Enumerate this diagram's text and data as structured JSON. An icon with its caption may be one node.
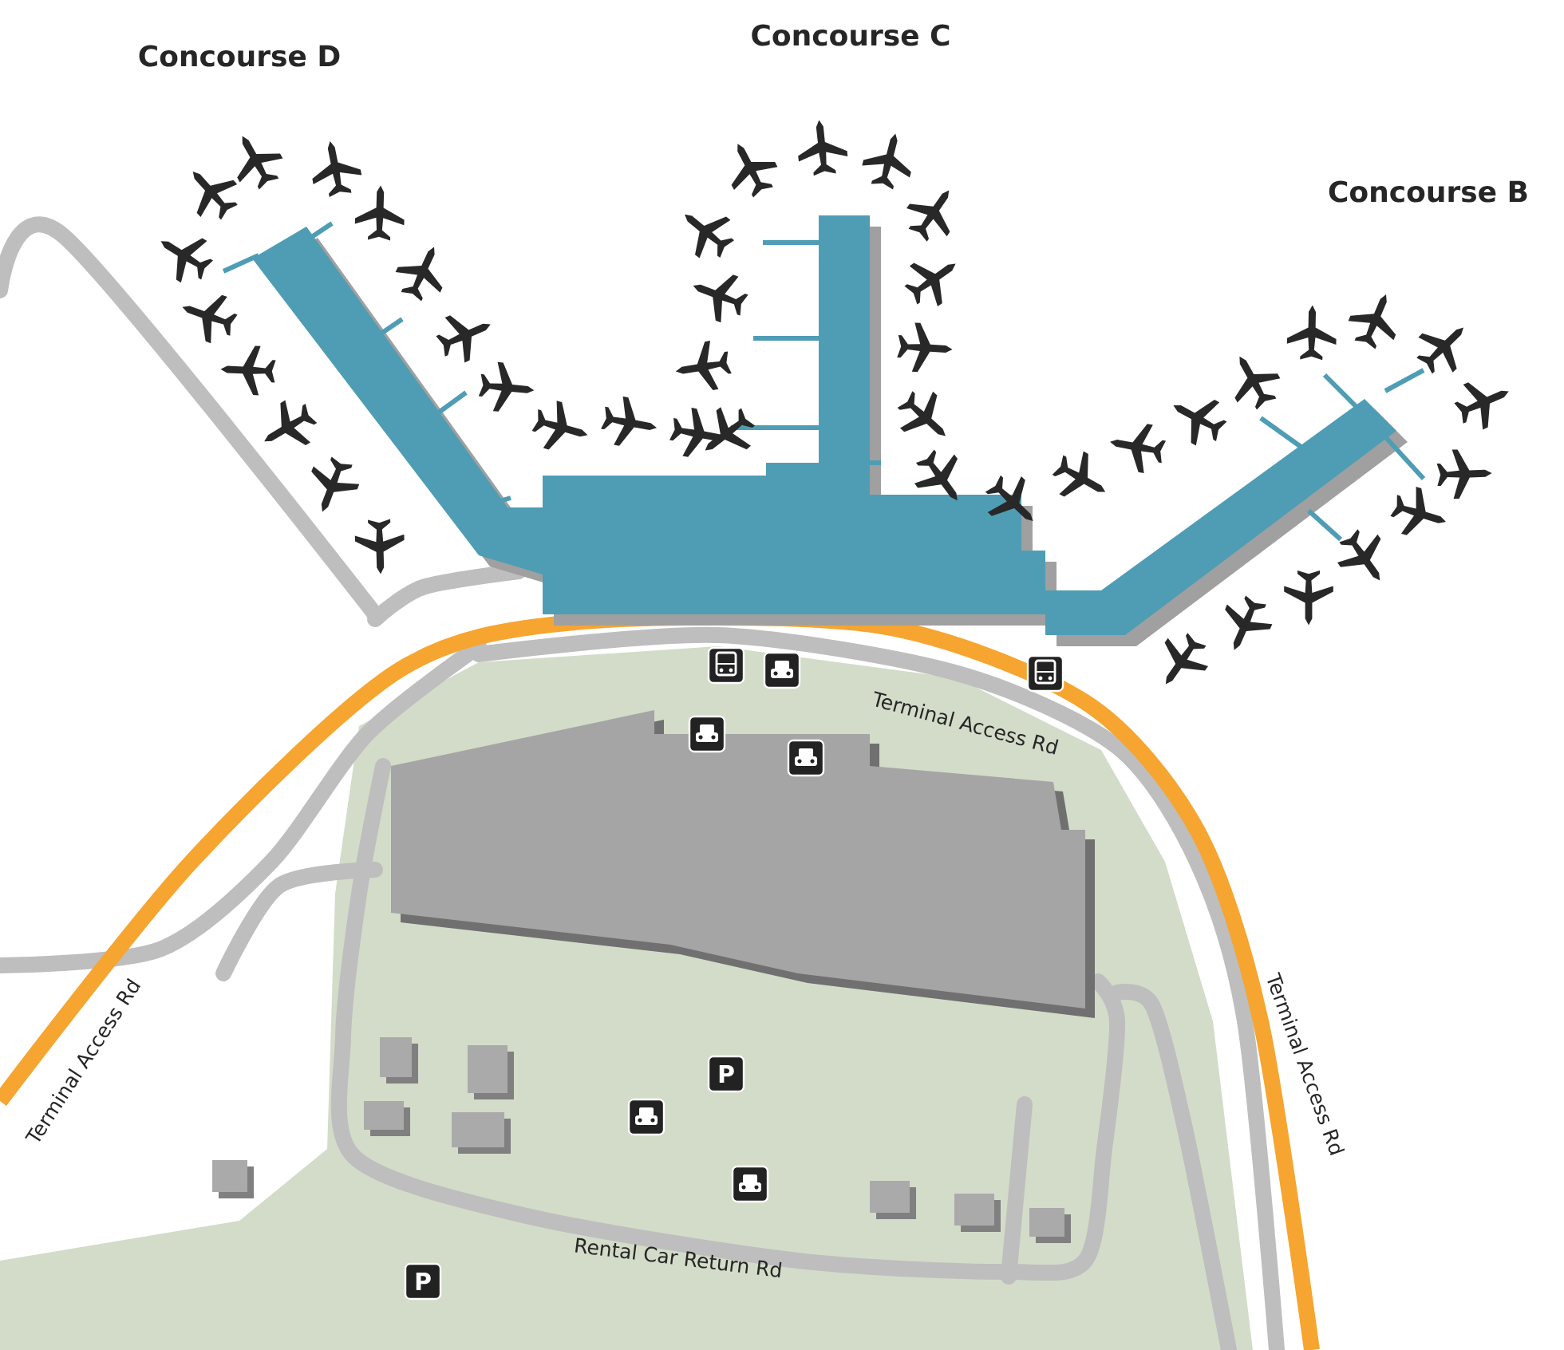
{
  "diagram": {
    "labels": [
      "Concourse D",
      "Concourse C",
      "Concourse B",
      "Terminal Access Rd",
      "Terminal Access Rd",
      "Terminal Access Rd",
      "P",
      "Rental Car Return Rd",
      "P"
    ]
  }
}
